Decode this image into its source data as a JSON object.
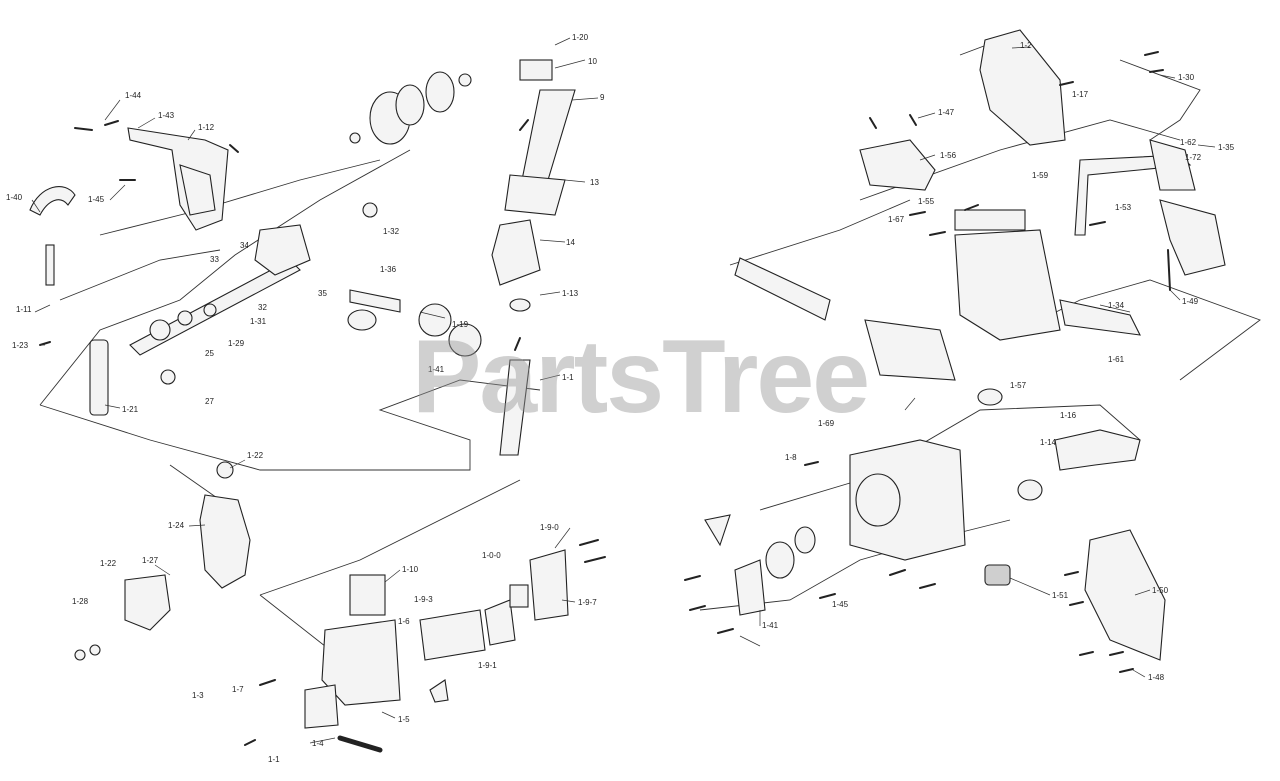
{
  "watermark": "PartsTree",
  "callouts": [
    {
      "id": "c01",
      "text": "1-44"
    },
    {
      "id": "c02",
      "text": "1-43"
    },
    {
      "id": "c03",
      "text": "1-12"
    },
    {
      "id": "c04",
      "text": "1-40"
    },
    {
      "id": "c05",
      "text": "1-45"
    },
    {
      "id": "c06",
      "text": "1-11"
    },
    {
      "id": "c07",
      "text": "1-23"
    },
    {
      "id": "c08",
      "text": "1-21"
    },
    {
      "id": "c09",
      "text": "33"
    },
    {
      "id": "c10",
      "text": "34"
    },
    {
      "id": "c11",
      "text": "32"
    },
    {
      "id": "c12",
      "text": "1-31"
    },
    {
      "id": "c13",
      "text": "1-32"
    },
    {
      "id": "c14",
      "text": "25"
    },
    {
      "id": "c15",
      "text": "1-29"
    },
    {
      "id": "c16",
      "text": "27"
    },
    {
      "id": "c17",
      "text": "35"
    },
    {
      "id": "c18",
      "text": "1-36"
    },
    {
      "id": "c19",
      "text": "1-22"
    },
    {
      "id": "c20",
      "text": "1-24"
    },
    {
      "id": "c21",
      "text": "1-22"
    },
    {
      "id": "c22",
      "text": "1-27"
    },
    {
      "id": "c23",
      "text": "1-28"
    },
    {
      "id": "c24",
      "text": "1-20"
    },
    {
      "id": "c25",
      "text": "10"
    },
    {
      "id": "c26",
      "text": "9"
    },
    {
      "id": "c27",
      "text": "13"
    },
    {
      "id": "c28",
      "text": "14"
    },
    {
      "id": "c29",
      "text": "1-13"
    },
    {
      "id": "c30",
      "text": "1-1"
    },
    {
      "id": "c31",
      "text": "1-41"
    },
    {
      "id": "c32",
      "text": "1-19"
    },
    {
      "id": "c33",
      "text": "1-5"
    },
    {
      "id": "c34",
      "text": "1-6"
    },
    {
      "id": "c35",
      "text": "1-3"
    },
    {
      "id": "c36",
      "text": "1-7"
    },
    {
      "id": "c37",
      "text": "1-4"
    },
    {
      "id": "c38",
      "text": "1-1"
    },
    {
      "id": "c39",
      "text": "1-10"
    },
    {
      "id": "c40",
      "text": "1-9-0"
    },
    {
      "id": "c41",
      "text": "1-0-0"
    },
    {
      "id": "c42",
      "text": "1-9-3"
    },
    {
      "id": "c43",
      "text": "1-9-1"
    },
    {
      "id": "c44",
      "text": "1-9-7"
    },
    {
      "id": "c45",
      "text": "1-17"
    },
    {
      "id": "c46",
      "text": "1-30"
    },
    {
      "id": "c47",
      "text": "1-62"
    },
    {
      "id": "c48",
      "text": "1-72"
    },
    {
      "id": "c49",
      "text": "1-35"
    },
    {
      "id": "c50",
      "text": "1-53"
    },
    {
      "id": "c51",
      "text": "1-59"
    },
    {
      "id": "c52",
      "text": "1-49"
    },
    {
      "id": "c53",
      "text": "1-34"
    },
    {
      "id": "c54",
      "text": "1-61"
    },
    {
      "id": "c55",
      "text": "1-67"
    },
    {
      "id": "c56",
      "text": "1-56"
    },
    {
      "id": "c57",
      "text": "1-8"
    },
    {
      "id": "c58",
      "text": "1-14"
    },
    {
      "id": "c59",
      "text": "1-45"
    },
    {
      "id": "c60",
      "text": "1-51"
    },
    {
      "id": "c61",
      "text": "1-50"
    },
    {
      "id": "c62",
      "text": "1-48"
    },
    {
      "id": "c63",
      "text": "1-41"
    },
    {
      "id": "c64",
      "text": "1-69"
    },
    {
      "id": "c65",
      "text": "1-2"
    },
    {
      "id": "c66",
      "text": "1-47"
    },
    {
      "id": "c67",
      "text": "1-16"
    },
    {
      "id": "c68",
      "text": "1-55"
    },
    {
      "id": "c69",
      "text": "1-57"
    }
  ]
}
